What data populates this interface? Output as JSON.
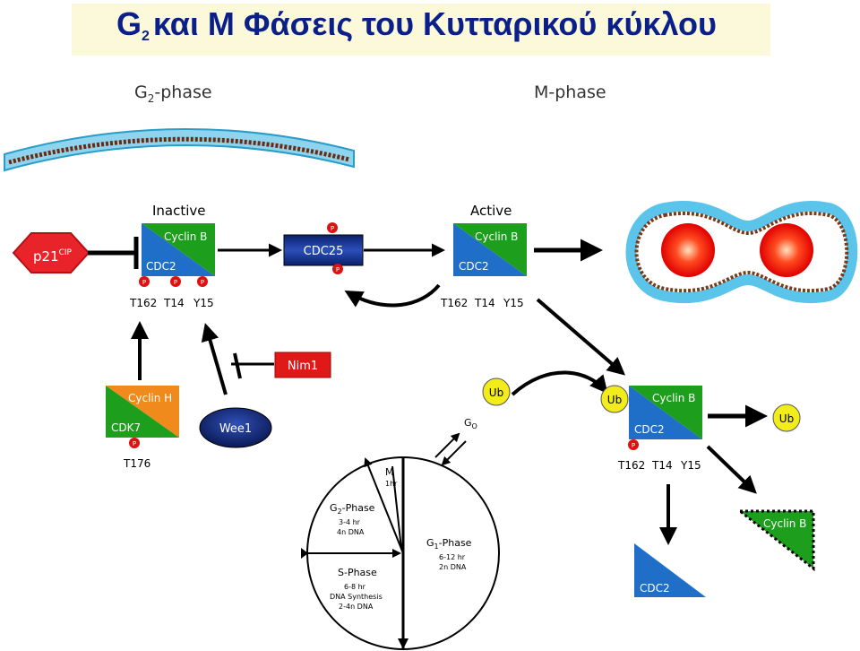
{
  "title": {
    "main": "G",
    "sub": "2",
    "rest": "και Μ Φάσεις του Κυτταρικού κύκλου"
  },
  "phases": {
    "g2_base": "G",
    "g2_sub": "2",
    "g2_suffix": "-phase",
    "m": "M-phase"
  },
  "states": {
    "inactive": "Inactive",
    "active": "Active"
  },
  "labels": {
    "p21_base": "p21",
    "p21_sup": "CIP",
    "cyclin_b": "Cyclin B",
    "cdc2": "CDC2",
    "cdc25": "CDC25",
    "nim1": "Nim1",
    "wee1": "Wee1",
    "cyclin_h": "Cyclin H",
    "cdk7": "CDK7",
    "p": "P",
    "ub": "Ub",
    "t176": "T176"
  },
  "sites": [
    "T162",
    "T14",
    "Y15"
  ],
  "cycle": {
    "g0_base": "G",
    "g0_sub": "O",
    "m": "M",
    "m_time": "1hr",
    "g2_base": "G",
    "g2_sub": "2",
    "g2_suffix": "-Phase",
    "g2_time": "3-4 hr",
    "g2_dna": "4n DNA",
    "s": "S-Phase",
    "s_time": "6-8 hr",
    "s_dna1": "DNA Synthesis",
    "s_dna2": "2-4n DNA",
    "g1_base": "G",
    "g1_sub": "1",
    "g1_suffix": "-Phase",
    "g1_time": "6-12 hr",
    "g1_dna": "2n DNA"
  },
  "colors": {
    "green": "#1d9e1d",
    "blue": "#1f6fc8",
    "orange": "#f08a1c",
    "navy": "#0a1f8a",
    "red": "#e01010",
    "yellow": "#f2ec1a"
  }
}
